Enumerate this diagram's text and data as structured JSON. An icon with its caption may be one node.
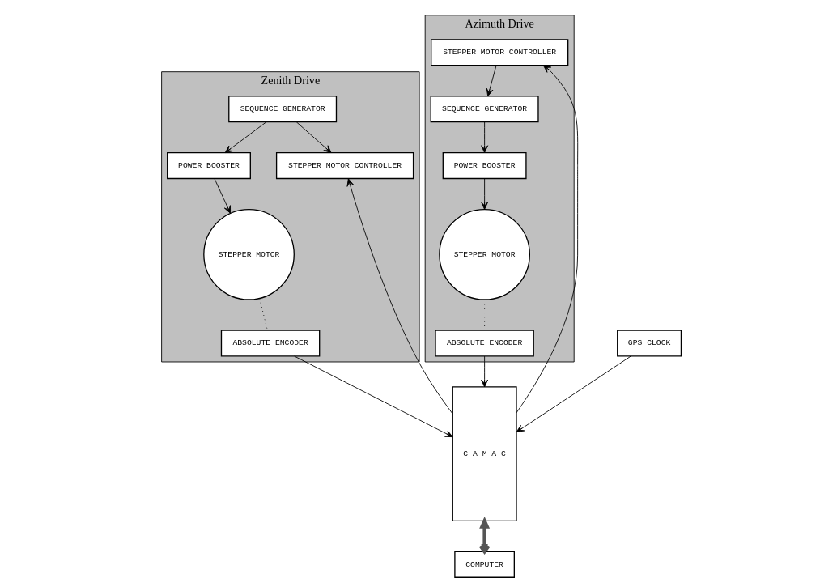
{
  "diagram": {
    "nodes": [
      {
        "text": [
          "Zenith Drive"
        ]
      },
      {
        "text": [
          "SEQUENCE GENERATOR"
        ],
        "in": 0
      },
      {
        "text": [
          "POWER BOOSTER"
        ],
        "in": 0
      },
      {
        "text": [
          "STEPPER MOTOR"
        ],
        "in": 0
      },
      {
        "text": [
          "STEPPER MOTOR CONTROLLER"
        ],
        "in": 0
      },
      {
        "text": [
          "ABSOLUTE ENCODER"
        ],
        "in": 0
      },
      {
        "text": [
          "C A M A C"
        ]
      },
      {
        "text": [
          "GPS CLOCK"
        ]
      },
      {
        "text": [
          "COMPUTER"
        ]
      },
      {
        "text": [
          "Azimuth Drive"
        ]
      },
      {
        "text": [
          "STEPPER MOTOR CONTROLLER"
        ],
        "in": 9
      },
      {
        "text": [
          "ABSOLUTE ENCODER"
        ],
        "in": 9
      },
      {
        "text": [
          "SEQUENCE GENERATOR"
        ],
        "in": 9
      },
      {
        "text": [
          "POWER BOOSTER"
        ],
        "in": 9
      },
      {
        "text": [
          "STEPPER MOTOR"
        ],
        "in": 9
      }
    ],
    "edges": [
      {
        "from": 1,
        "to": 2,
        "arrow": "to"
      },
      {
        "from": 2,
        "to": 3,
        "arrow": "to"
      },
      {
        "from": 3,
        "to": 5,
        "arrow": "none",
        "style": "dashed"
      },
      {
        "from": 1,
        "to": 4,
        "arrow": "to"
      },
      {
        "from": 5,
        "to": 6,
        "arrow": "to"
      },
      {
        "from": 6,
        "to": 4,
        "arrow": "to"
      },
      {
        "from": 7,
        "to": 6,
        "arrow": "to"
      },
      {
        "from": 6,
        "to": 8,
        "arrow": "both",
        "style": "thick"
      },
      {
        "from": 6,
        "to": 10,
        "arrow": "to"
      },
      {
        "from": 11,
        "to": 6,
        "arrow": "to"
      },
      {
        "from": 10,
        "to": 12,
        "arrow": "to"
      },
      {
        "from": 12,
        "to": 13,
        "arrow": "to"
      },
      {
        "from": 13,
        "to": 14,
        "arrow": "to"
      },
      {
        "from": 14,
        "to": 11,
        "arrow": "none",
        "style": "dashed"
      }
    ]
  }
}
